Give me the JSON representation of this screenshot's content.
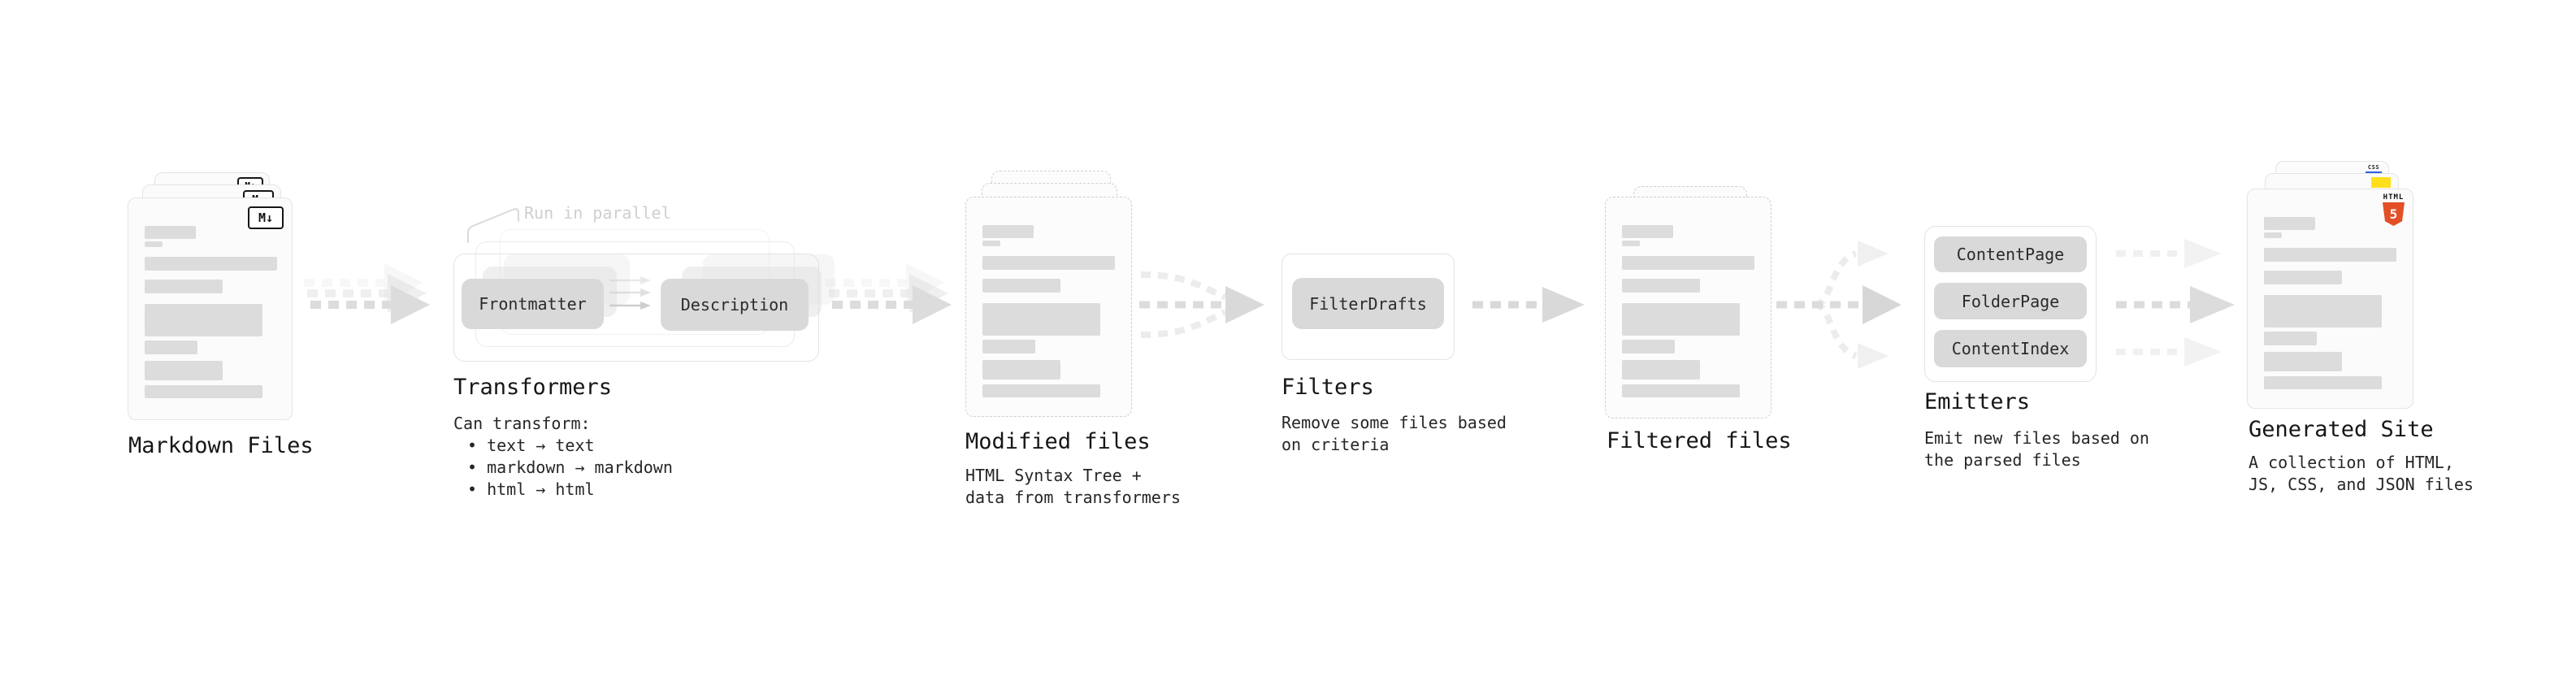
{
  "stages": {
    "markdown": {
      "label": "Markdown Files",
      "badge": "M↓"
    },
    "transformers": {
      "label": "Transformers",
      "annotation": "Run in parallel",
      "box_left": "Frontmatter",
      "box_right": "Description",
      "desc_title": "Can transform:",
      "bullet_1": "• text → text",
      "bullet_2": "• markdown → markdown",
      "bullet_3": "• html → html"
    },
    "modified": {
      "label": "Modified files",
      "desc_1": "HTML Syntax Tree +",
      "desc_2": "data from transformers"
    },
    "filters": {
      "label": "Filters",
      "box": "FilterDrafts",
      "desc_1": "Remove some files based",
      "desc_2": "on criteria"
    },
    "filtered": {
      "label": "Filtered files"
    },
    "emitters": {
      "label": "Emitters",
      "box_1": "ContentPage",
      "box_2": "FolderPage",
      "box_3": "ContentIndex",
      "desc_1": "Emit new files based on",
      "desc_2": "the parsed files"
    },
    "generated": {
      "label": "Generated Site",
      "desc_1": "A collection of HTML,",
      "desc_2": "JS, CSS, and JSON files",
      "badge_css": "CSS",
      "badge_html": "HTML",
      "badge_html_num": "5"
    }
  },
  "colors": {
    "arrow_main": "#dcdcdc",
    "arrow_light": "#ececec",
    "placeholder": "#dcdcdc",
    "box_fill": "#d9d9d9",
    "html5_orange": "#e34f26",
    "js_yellow": "#ffdf1b",
    "css_blue": "#2b5fe3"
  }
}
